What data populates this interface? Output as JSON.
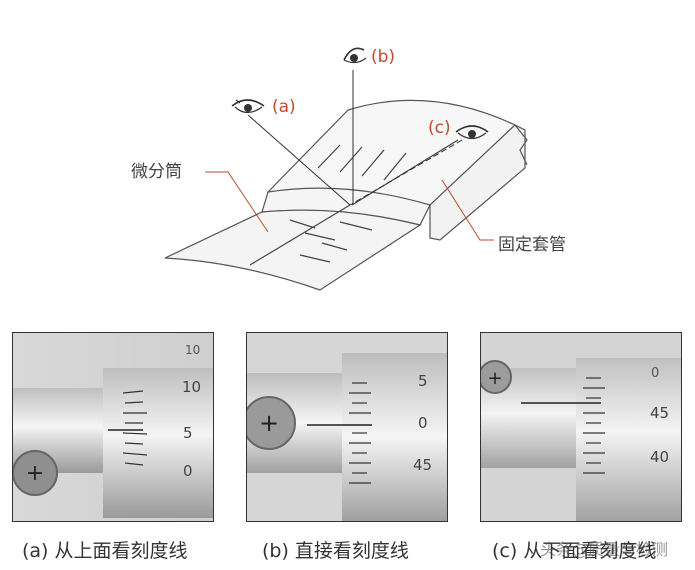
{
  "diagram": {
    "thimble_label": "微分筒",
    "sleeve_label": "固定套管",
    "eye_a": "(a)",
    "eye_b": "(b)",
    "eye_c": "(c)"
  },
  "photos": [
    {
      "id": "a",
      "scale_numbers": [
        "10",
        "10",
        "5",
        "0"
      ]
    },
    {
      "id": "b",
      "scale_numbers": [
        "5",
        "0",
        "45"
      ]
    },
    {
      "id": "c",
      "scale_numbers": [
        "0",
        "45",
        "40"
      ]
    }
  ],
  "captions": {
    "a_letter": "(a)",
    "a_text": " 从上面看刻度线",
    "b_letter": "(b)",
    "b_text": " 直接看刻度线",
    "c_letter": "(c)",
    "c_text": " 从下面看刻度线"
  },
  "colors": {
    "accent": "#c24a2e",
    "line": "#444444"
  },
  "watermark": "头条@质量与检测"
}
